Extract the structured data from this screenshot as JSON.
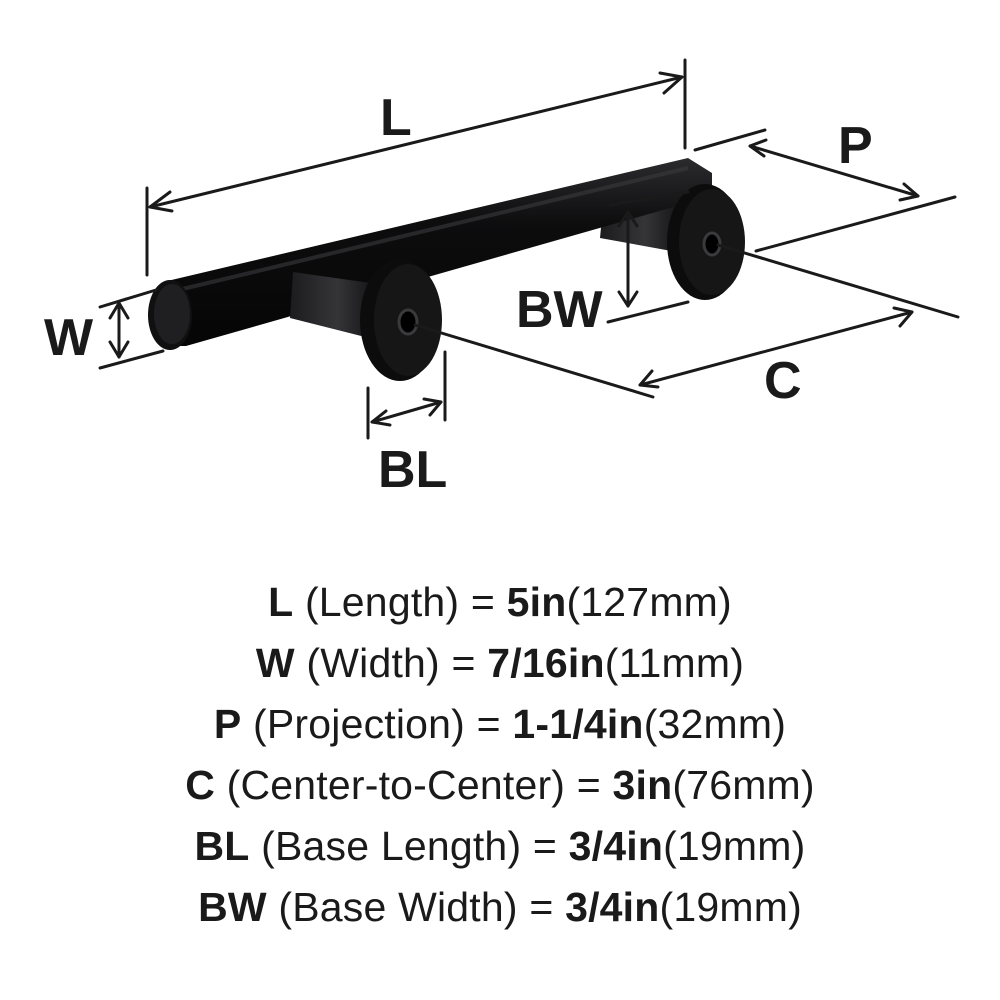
{
  "diagram": {
    "labels": {
      "L": "L",
      "W": "W",
      "P": "P",
      "BW": "BW",
      "C": "C",
      "BL": "BL"
    },
    "colors": {
      "ink": "#1a1a1a",
      "product": "#0f0f10",
      "highlight": "#3a3a3d",
      "background": "#ffffff"
    }
  },
  "specs": [
    {
      "code": "L",
      "desc": "(Length)",
      "eq": "=",
      "inch": "5in",
      "mm": "(127mm)"
    },
    {
      "code": "W",
      "desc": "(Width)",
      "eq": "=",
      "inch": "7/16in",
      "mm": "(11mm)"
    },
    {
      "code": "P",
      "desc": "(Projection)",
      "eq": "=",
      "inch": "1-1/4in",
      "mm": "(32mm)"
    },
    {
      "code": "C",
      "desc": "(Center-to-Center)",
      "eq": "=",
      "inch": "3in",
      "mm": "(76mm)"
    },
    {
      "code": "BL",
      "desc": "(Base Length)",
      "eq": "=",
      "inch": "3/4in",
      "mm": "(19mm)"
    },
    {
      "code": "BW",
      "desc": "(Base Width)",
      "eq": "=",
      "inch": "3/4in",
      "mm": "(19mm)"
    }
  ]
}
